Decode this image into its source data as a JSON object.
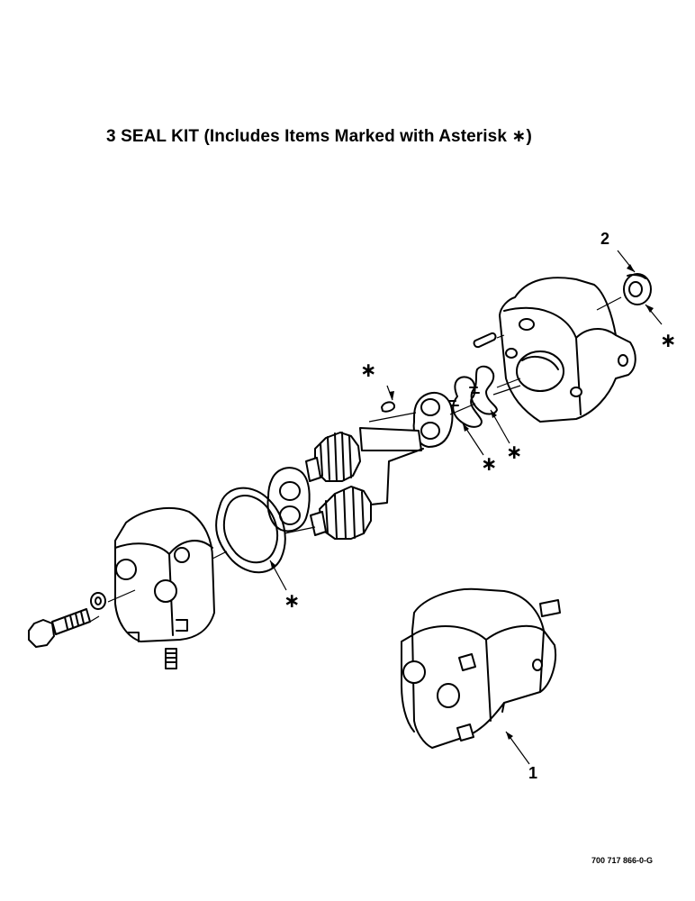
{
  "caption": {
    "item_number": "3",
    "text": "SEAL KIT (Includes Items Marked with Asterisk",
    "symbol": "∗",
    "close": ")"
  },
  "callouts": {
    "item_1": "1",
    "item_2": "2"
  },
  "asterisk": "∗",
  "figure_id": "700 717 866-0-G"
}
